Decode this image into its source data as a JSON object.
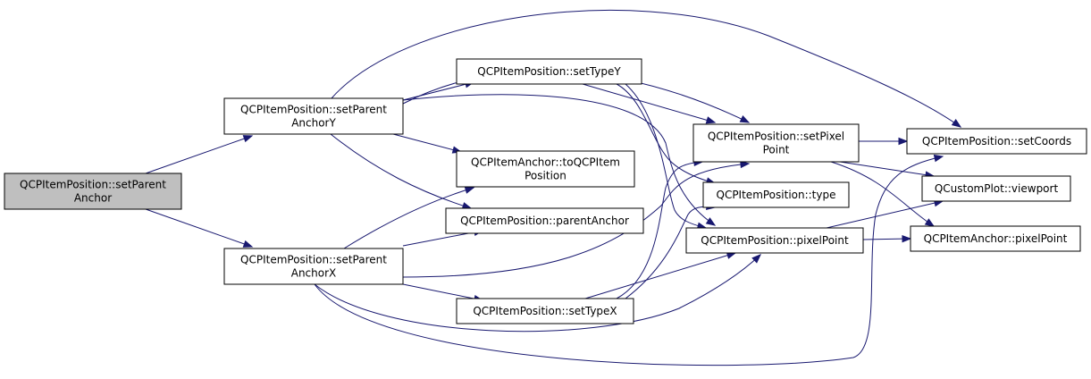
{
  "nodes": {
    "setParentAnchor": [
      "QCPItemPosition::setParent",
      "Anchor"
    ],
    "setParentAnchorY": [
      "QCPItemPosition::setParent",
      "AnchorY"
    ],
    "setParentAnchorX": [
      "QCPItemPosition::setParent",
      "AnchorX"
    ],
    "setTypeY": [
      "QCPItemPosition::setTypeY"
    ],
    "toQCPItemPosition": [
      "QCPItemAnchor::toQCPItem",
      "Position"
    ],
    "parentAnchor": [
      "QCPItemPosition::parentAnchor"
    ],
    "setTypeX": [
      "QCPItemPosition::setTypeX"
    ],
    "setPixelPoint": [
      "QCPItemPosition::setPixel",
      "Point"
    ],
    "type": [
      "QCPItemPosition::type"
    ],
    "pixelPoint": [
      "QCPItemPosition::pixelPoint"
    ],
    "setCoords": [
      "QCPItemPosition::setCoords"
    ],
    "viewport": [
      "QCustomPlot::viewport"
    ],
    "anchorPixelPoint": [
      "QCPItemAnchor::pixelPoint"
    ]
  },
  "highlighted_node": "setParentAnchor",
  "colors": {
    "edge": "#191970",
    "node_fill": "#ffffff",
    "highlight_fill": "#bfbfbf",
    "node_border": "#000000"
  },
  "edges": [
    [
      "setParentAnchor",
      "setParentAnchorY"
    ],
    [
      "setParentAnchor",
      "setParentAnchorX"
    ],
    [
      "setParentAnchorY",
      "setTypeY"
    ],
    [
      "setParentAnchorY",
      "toQCPItemPosition"
    ],
    [
      "setParentAnchorY",
      "parentAnchor"
    ],
    [
      "setParentAnchorY",
      "setPixelPoint"
    ],
    [
      "setParentAnchorY",
      "setCoords"
    ],
    [
      "setParentAnchorY",
      "pixelPoint"
    ],
    [
      "setParentAnchorX",
      "toQCPItemPosition"
    ],
    [
      "setParentAnchorX",
      "parentAnchor"
    ],
    [
      "setParentAnchorX",
      "setTypeX"
    ],
    [
      "setParentAnchorX",
      "setPixelPoint"
    ],
    [
      "setParentAnchorX",
      "pixelPoint"
    ],
    [
      "setParentAnchorX",
      "setCoords"
    ],
    [
      "setTypeY",
      "setPixelPoint"
    ],
    [
      "setTypeY",
      "type"
    ],
    [
      "setTypeY",
      "pixelPoint"
    ],
    [
      "setTypeX",
      "setPixelPoint"
    ],
    [
      "setTypeX",
      "type"
    ],
    [
      "setTypeX",
      "pixelPoint"
    ],
    [
      "setPixelPoint",
      "setCoords"
    ],
    [
      "setPixelPoint",
      "viewport"
    ],
    [
      "setPixelPoint",
      "anchorPixelPoint"
    ],
    [
      "pixelPoint",
      "viewport"
    ],
    [
      "pixelPoint",
      "anchorPixelPoint"
    ]
  ]
}
